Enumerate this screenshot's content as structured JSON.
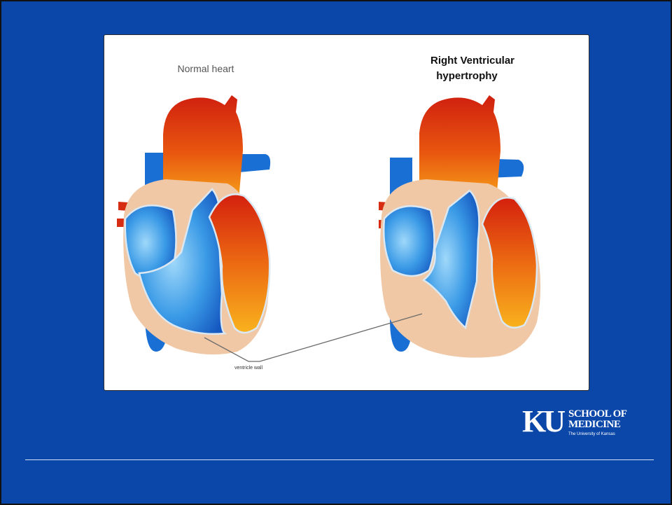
{
  "figure": {
    "left_title": "Normal heart",
    "right_title_line1": "Right Ventricular",
    "right_title_line2": "hypertrophy",
    "annotation": "ventricle wall"
  },
  "logo": {
    "mark": "KU",
    "line1": "SCHOOL OF",
    "line2": "MEDICINE",
    "line3": "The University of Kansas"
  },
  "colors": {
    "background": "#0a47a8",
    "aorta_red": "#d42a10",
    "aorta_orange": "#f08a14",
    "deoxygenated_blue": "#1a6fd4",
    "myocardium_tan": "#f0c8a6"
  }
}
